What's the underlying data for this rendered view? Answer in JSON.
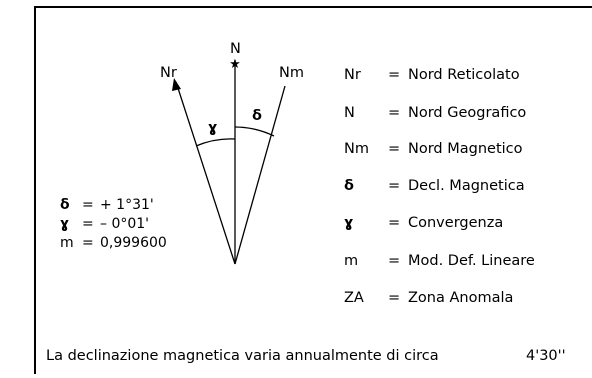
{
  "diagram": {
    "labels": {
      "north_reticolato": "Nr",
      "north_geografico": "N",
      "north_magnetico": "Nm",
      "delta_symbol": "δ",
      "gamma_symbol": "ɣ"
    },
    "values": [
      {
        "symbol": "δ",
        "eq": "=",
        "value": "+ 1°31'"
      },
      {
        "symbol": "ɣ",
        "eq": "=",
        "value": "– 0°01'"
      },
      {
        "symbol": "m",
        "eq": "=",
        "value": "0,999600"
      }
    ],
    "legend": [
      {
        "symbol": "Nr",
        "eq": "=",
        "text": "Nord Reticolato"
      },
      {
        "symbol": "N",
        "eq": "=",
        "text": "Nord Geografico"
      },
      {
        "symbol": "Nm",
        "eq": "=",
        "text": "Nord Magnetico"
      },
      {
        "symbol": "δ",
        "eq": "=",
        "text": "Decl. Magnetica"
      },
      {
        "symbol": "ɣ",
        "eq": "=",
        "text": "Convergenza"
      },
      {
        "symbol": "m",
        "eq": "=",
        "text": "Mod. Def. Lineare"
      },
      {
        "symbol": "ZA",
        "eq": "=",
        "text": "Zona Anomala"
      }
    ],
    "footer": {
      "text": "La declinazione magnetica varia annualmente di circa",
      "value": "4'30''"
    }
  }
}
